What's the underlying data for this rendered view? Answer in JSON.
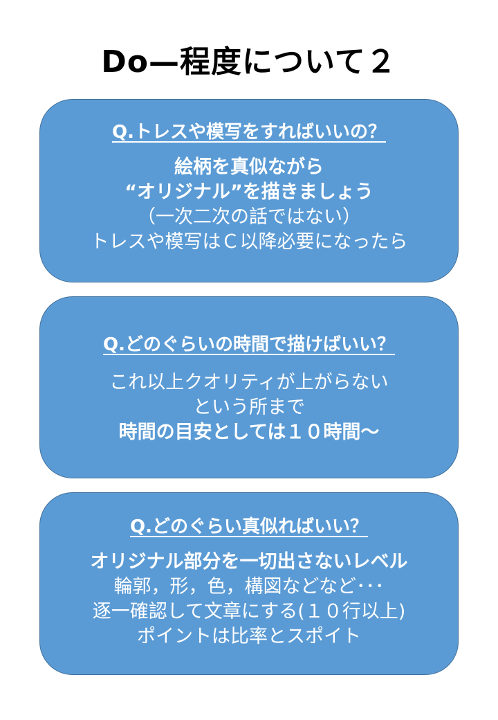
{
  "title": "Do—程度について２",
  "cards": [
    {
      "question": "Q.トレスや模写をすればいいの？",
      "lines": [
        {
          "text": "絵柄を真似ながら",
          "bold": true
        },
        {
          "text": "“オリジナル”を描きましょう",
          "bold": true
        },
        {
          "text": "（一次二次の話ではない）",
          "bold": false
        },
        {
          "text": "トレスや模写はＣ以降必要になったら",
          "bold": false
        }
      ]
    },
    {
      "question": "Q.どのぐらいの時間で描けばいい？",
      "lines": [
        {
          "text": "これ以上クオリティが上がらない",
          "bold": false
        },
        {
          "text": "という所まで",
          "bold": false
        },
        {
          "text": "時間の目安としては１０時間～",
          "bold": true
        }
      ]
    },
    {
      "question": "Q.どのぐらい真似ればいい？",
      "lines": [
        {
          "text": "オリジナル部分を一切出さないレベル",
          "bold": true
        },
        {
          "text": "輪郭，形，色，構図などなど･･･",
          "bold": false
        },
        {
          "text": "逐一確認して文章にする(１０行以上)",
          "bold": false
        },
        {
          "text": "ポイントは比率とスポイト",
          "bold": false
        }
      ]
    }
  ],
  "colors": {
    "card_fill": "#5b9bd5",
    "card_border": "#41719c",
    "card_text": "#ffffff",
    "title_text": "#000000"
  }
}
